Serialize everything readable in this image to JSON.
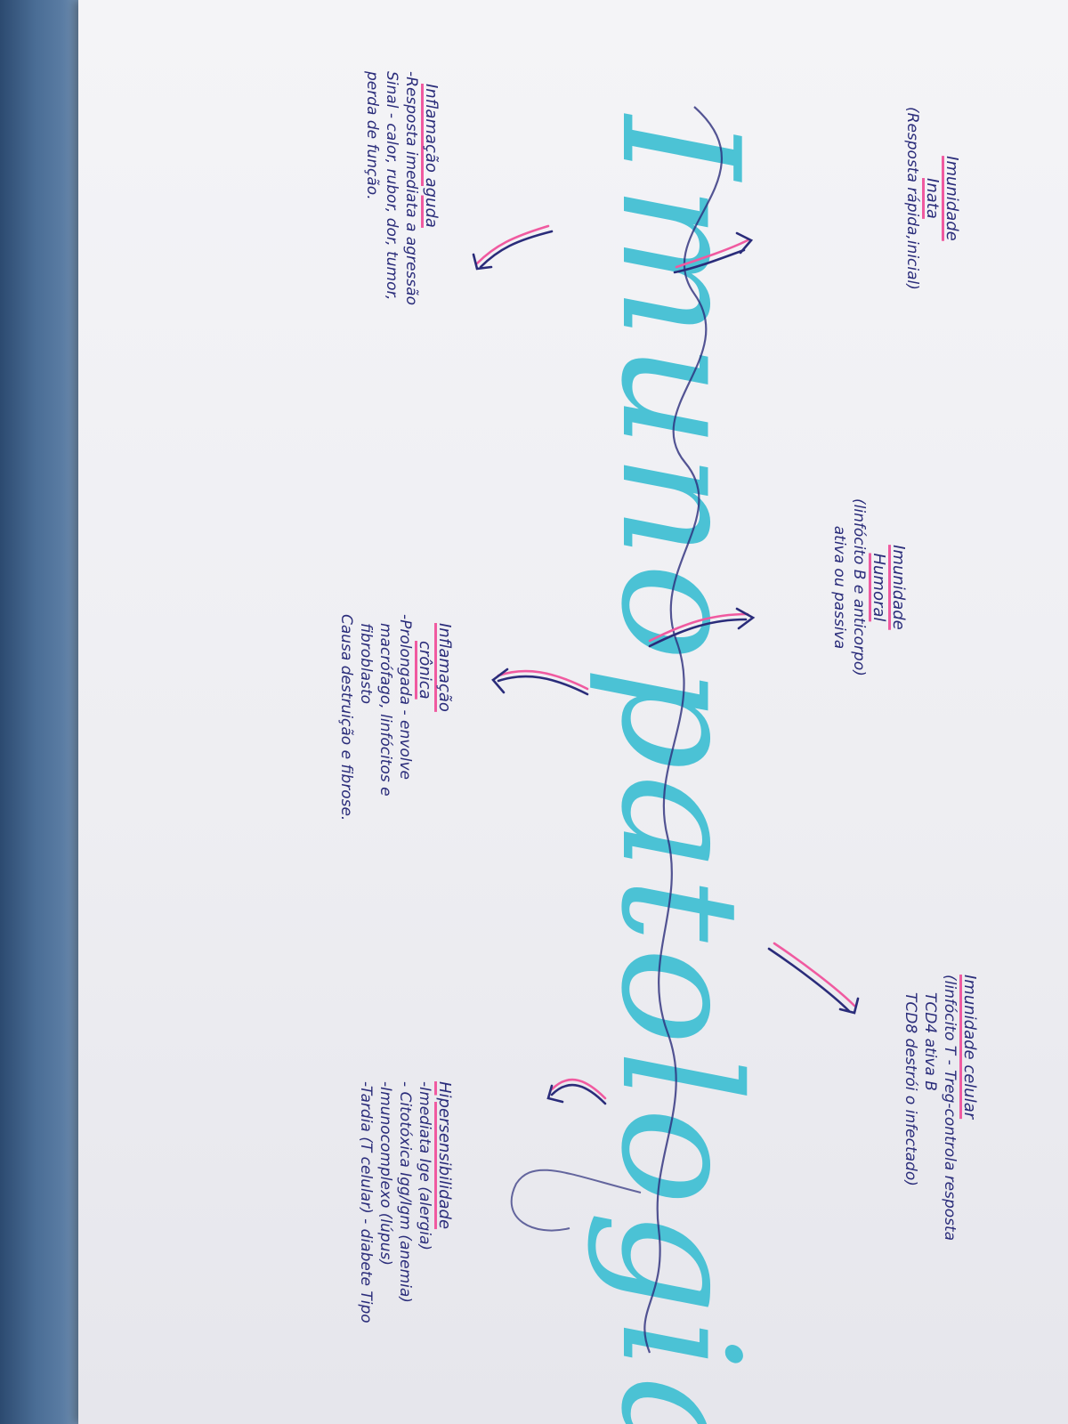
{
  "poster": {
    "title": "Imunopatologia",
    "notes": [
      {
        "id": "inata",
        "lines": [
          "Imunidade",
          "Inata",
          "(Resposta rápida,inicial)"
        ],
        "underlined": [
          0,
          1
        ]
      },
      {
        "id": "humoral",
        "lines": [
          "Imunidade",
          "Humoral",
          "(linfócito B e anticorpo)",
          "ativa ou passiva"
        ],
        "underlined": [
          0,
          1
        ]
      },
      {
        "id": "celular",
        "lines": [
          "Imunidade celular",
          "(linfócito T - Treg-controla resposta",
          "TCD4 ativa B",
          "TCD8 destrói o infectado)"
        ],
        "underlined": [
          0
        ]
      },
      {
        "id": "aguda",
        "lines": [
          "Inflamação aguda",
          "-Resposta imediata a agressão",
          "Sinal - calor, rubor, dor, tumor,",
          "perda de função."
        ],
        "underlined": [
          0
        ]
      },
      {
        "id": "cronica",
        "lines": [
          "Inflamação",
          "crônica",
          "-Prolongada - envolve",
          "macrófago, linfócitos e",
          "fibroblasto",
          "Causa destruição e fibrose."
        ],
        "underlined": [
          0,
          1
        ]
      },
      {
        "id": "hiper",
        "lines": [
          "Hipersensibilidade",
          "-Imediata Ige (alergia)",
          "- Citotóxica Igg/Igm (anemia)",
          "-Imunocomplexo (lúpus)",
          "-Tardia (T celular) - diabete Tipo"
        ],
        "underlined": [
          0
        ]
      }
    ]
  },
  "colors": {
    "title": "#3ebfd3",
    "ink": "#2a2c7a",
    "highlight": "#f05aa0",
    "paper": "#f1f1f5",
    "table": "#5a7ca3"
  }
}
